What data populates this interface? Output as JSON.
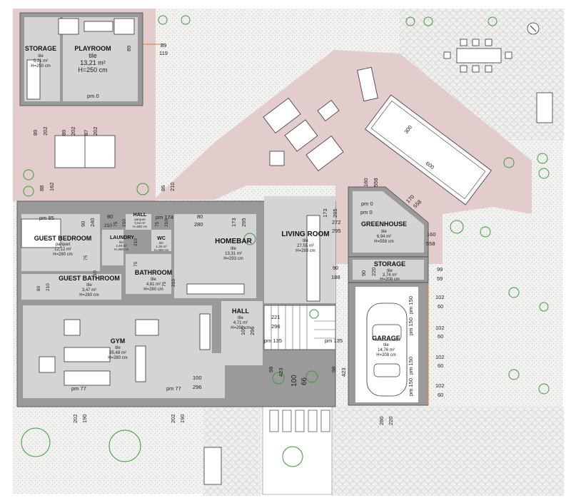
{
  "rooms": {
    "storage_top": {
      "name": "STORAGE",
      "floor": "tile",
      "area": "5,21 m²",
      "height": "H=250 cm"
    },
    "playroom": {
      "name": "PLAYROOM",
      "floor": "tile",
      "area": "13,21 m²",
      "height": "H=250 cm"
    },
    "guest_bedroom": {
      "name": "GUEST BEDROOM",
      "floor": "parquet",
      "area": "12,12 m²",
      "height": "H=280 cm"
    },
    "laundry": {
      "name": "LAUNDRY",
      "floor": "tile",
      "area": "2,48 m²",
      "height": "H=280 cm"
    },
    "hall_small": {
      "name": "HALL",
      "floor": "parquet",
      "area": "3,54 m²",
      "height": "H=280 cm"
    },
    "wc": {
      "name": "WC",
      "floor": "tile",
      "area": "1,35 m²",
      "height": "H=280 cm"
    },
    "guest_bathroom": {
      "name": "GUEST BATHROOM",
      "floor": "tile",
      "area": "3,47 m²",
      "height": "H=280 cm"
    },
    "bathroom": {
      "name": "BATHROOM",
      "floor": "tile",
      "area": "4,81 m²",
      "height": "H=280 cm"
    },
    "homebar": {
      "name": "HOMEBAR",
      "floor": "tile",
      "area": "13,31 m²",
      "height": "H=293 cm"
    },
    "living_room": {
      "name": "LIVING ROOM",
      "floor": "tile",
      "area": "27,55 m²",
      "height": "H=293 cm"
    },
    "greenhouse": {
      "name": "GREENHOUSE",
      "floor": "tile",
      "area": "6,94 m²",
      "height": "H=558 cm"
    },
    "storage_right": {
      "name": "STORAGE",
      "floor": "tile",
      "area": "3,74 m²",
      "height": "H=208 cm"
    },
    "hall_main": {
      "name": "HALL",
      "floor": "tile",
      "area": "4,71 m²",
      "height": "H=292 cm"
    },
    "gym": {
      "name": "GYM",
      "floor": "tile",
      "area": "35,48 m²",
      "height": "H=280 cm"
    },
    "garage": {
      "name": "GARAGE",
      "floor": "tile",
      "area": "14,76 m²",
      "height": "H=208 cm"
    }
  },
  "levels": {
    "playroom": "pm 0",
    "guest_bedroom": "pm 85",
    "hall_small": "pm 174",
    "terrace": "pm 0",
    "greenhouse": "pm 0",
    "hall_l": "pm 135",
    "hall_r": "pm 135",
    "gym_l": "pm 77",
    "gym_r": "pm 77",
    "garage_1": "pm 150",
    "garage_2": "pm 150",
    "garage_3": "pm 150",
    "garage_4": "pm 150"
  },
  "dims": {
    "d89a": "89",
    "d119": "119",
    "d89_r": "89",
    "p89": "89",
    "p202": "202",
    "p89b": "89",
    "p202b": "202",
    "p87": "87",
    "p202c": "202",
    "v88": "88",
    "v162": "162",
    "v86": "86",
    "v210a": "210",
    "v90a": "90",
    "v240": "240",
    "v210b": "210",
    "v80a": "80",
    "v75a": "75",
    "v210c": "210",
    "v75b": "75",
    "v210d": "210",
    "h80": "80",
    "h280": "280",
    "v173a": "173",
    "v295a": "295",
    "v75c": "75",
    "v210e": "210",
    "v75d": "75",
    "v210f": "210",
    "v80b": "80",
    "v210g": "210",
    "v75e": "75",
    "v210h": "210",
    "v173b": "173",
    "v295b": "295",
    "h272": "272",
    "h295": "295",
    "h90": "90",
    "h188": "188",
    "v90b": "90",
    "v220": "220",
    "h221": "221",
    "h296": "296",
    "v100": "100",
    "v296": "296",
    "v160": "160",
    "v558": "558",
    "v170": "170",
    "v558b": "558",
    "h160": "160",
    "h558": "558",
    "h99": "99",
    "h59": "59",
    "g102a": "102",
    "g60a": "60",
    "g102b": "102",
    "g60b": "60",
    "g102c": "102",
    "g60c": "60",
    "g102d": "102",
    "g60d": "60",
    "v98a": "98",
    "v423a": "423",
    "v98b": "98",
    "v423b": "423",
    "v100b": "100",
    "v66": "66",
    "h100": "100",
    "h296b": "296",
    "b202a": "202",
    "b190a": "190",
    "b202b": "202",
    "b190b": "190",
    "b280": "280",
    "b220": "220",
    "pool300": "300",
    "pool600": "600"
  }
}
